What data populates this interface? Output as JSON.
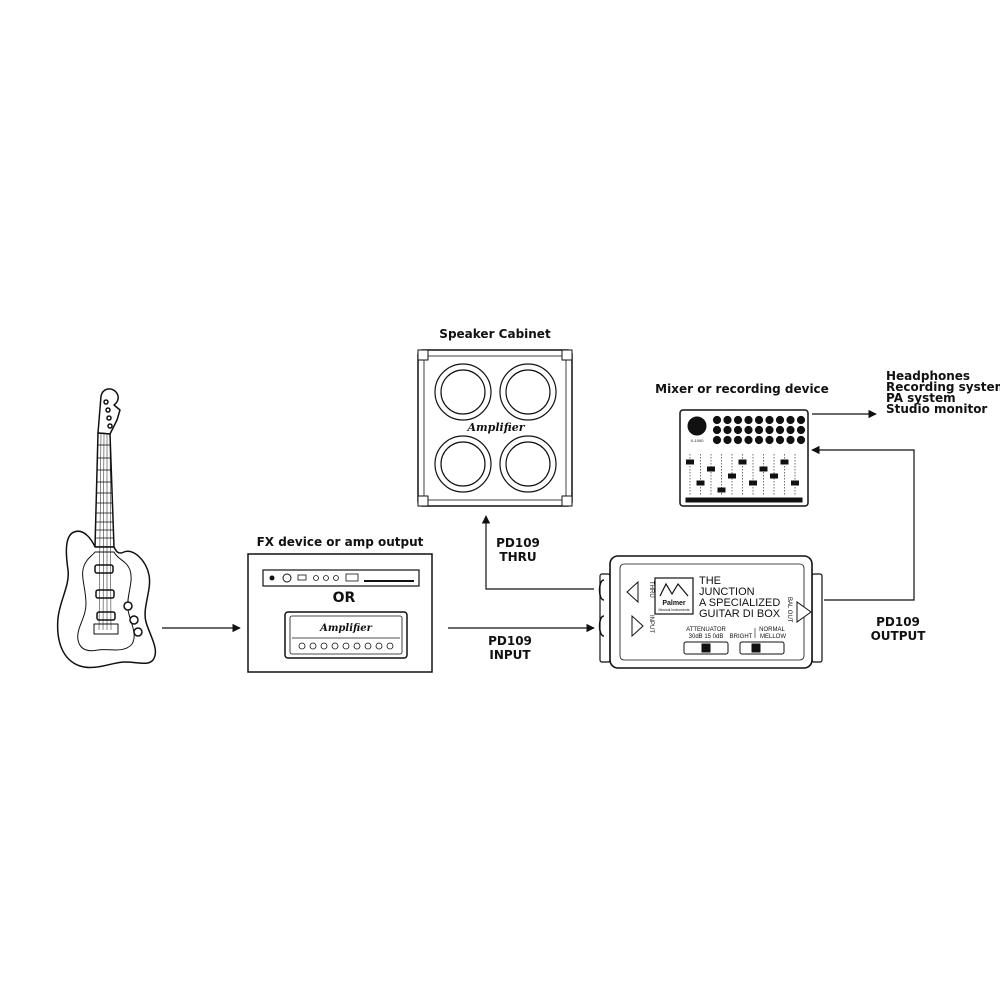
{
  "labels": {
    "speaker_cabinet": "Speaker Cabinet",
    "mixer_device": "Mixer or recording device",
    "fx_device": "FX device or amp output",
    "or": "OR",
    "thru_line1": "PD109",
    "thru_line2": "THRU",
    "input_line1": "PD109",
    "input_line2": "INPUT",
    "output_line1": "PD109",
    "output_line2": "OUTPUT"
  },
  "destinations": [
    "Headphones",
    "Recording system",
    "PA system",
    "Studio monitor"
  ],
  "cabinet": {
    "brand": "Amplifier"
  },
  "amp_head": {
    "brand": "Amplifier"
  },
  "di_box": {
    "title1": "THE",
    "title2": "JUNCTION",
    "subtitle1": "A SPECIALIZED",
    "subtitle2": "GUITAR DI BOX",
    "brand1": "Palmer",
    "brand2": "Musical Instruments",
    "thru_jack": "THRU",
    "input_jack": "INPUT",
    "bal_out": "BAL OUT",
    "attenuator": "ATTENUATOR",
    "att_values": "30dB 15 0dB",
    "normal": "NORMAL",
    "bright": "BRIGHT",
    "mellow": "MELLOW"
  },
  "mixer": {
    "model": "X-1000"
  },
  "colors": {
    "ink": "#111111",
    "background": "#ffffff"
  }
}
